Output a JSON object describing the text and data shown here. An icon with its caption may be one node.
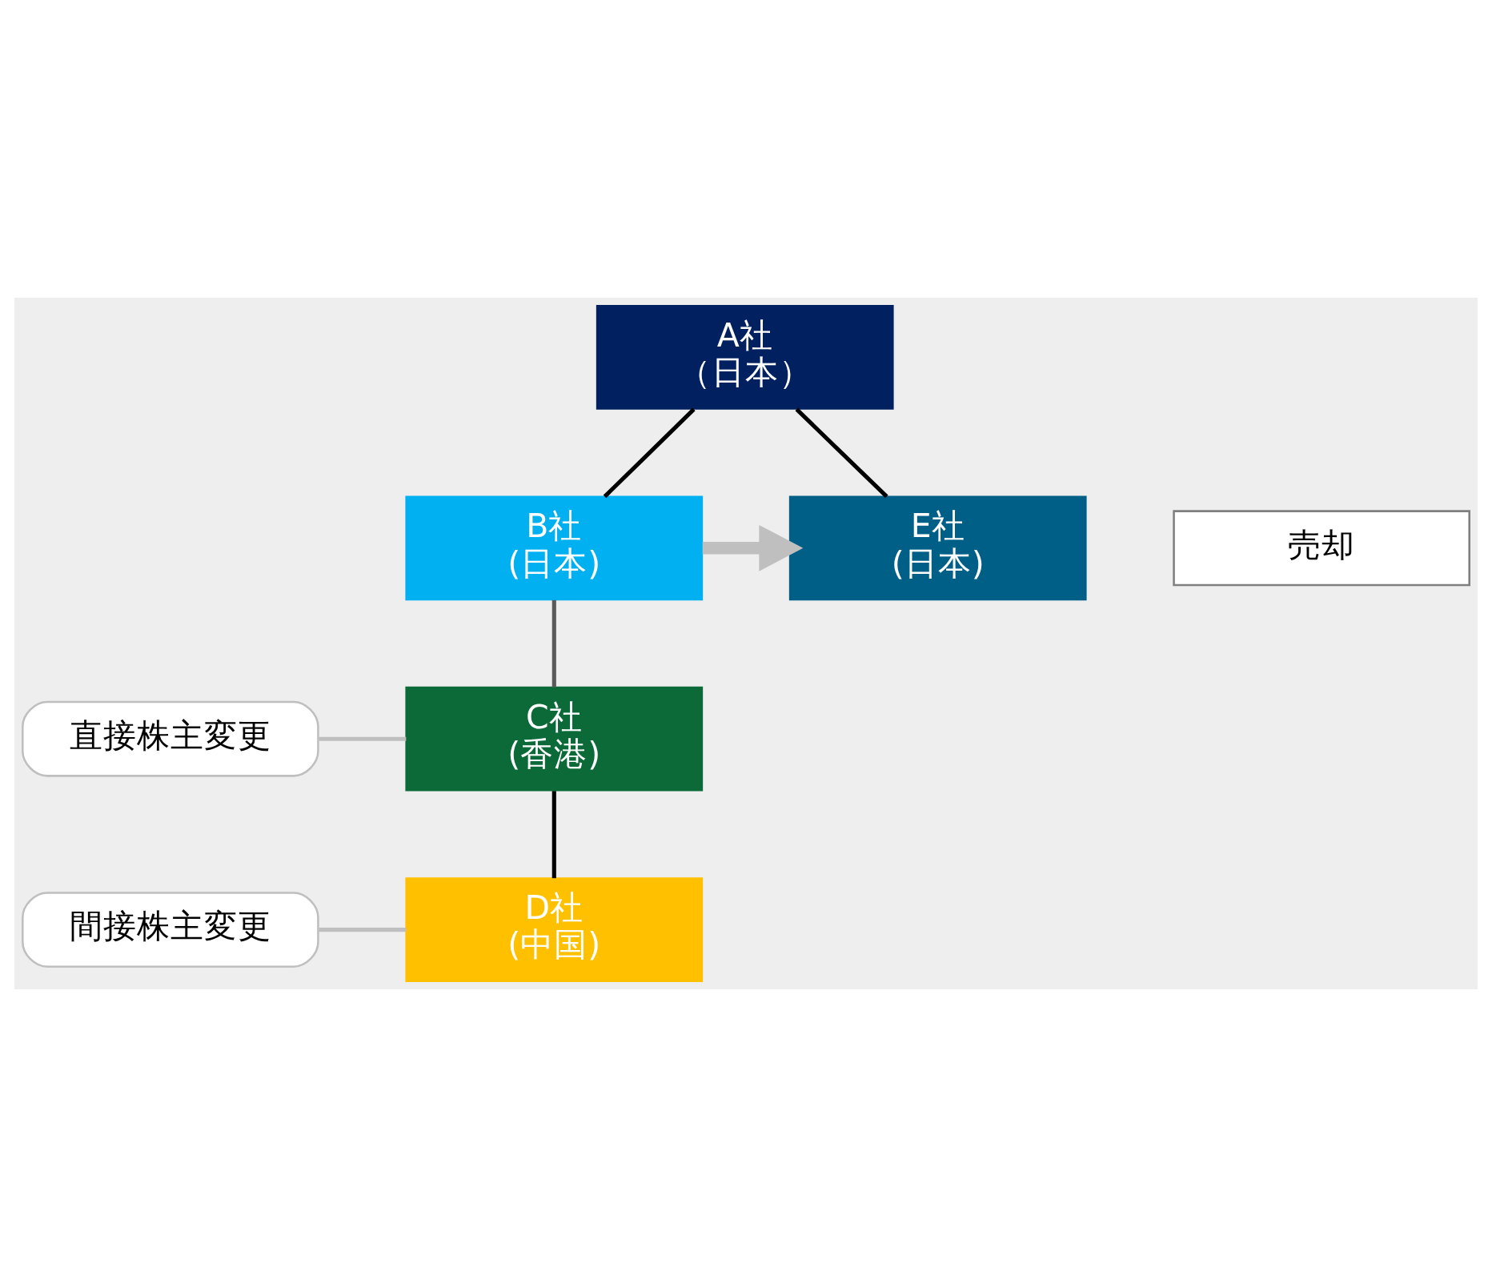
{
  "diagram": {
    "nodes": [
      {
        "text": [
          "A社",
          "（日本）"
        ]
      },
      {
        "text": [
          "B社",
          "(日本)"
        ]
      },
      {
        "text": [
          "売却"
        ]
      },
      {
        "text": [
          "E社",
          "(日本)"
        ]
      },
      {
        "text": [
          "C社",
          "(香港)"
        ]
      },
      {
        "text": [
          "D社",
          "(中国)"
        ]
      },
      {
        "text": [
          "直接株主変更"
        ]
      },
      {
        "text": [
          "間接株主変更"
        ]
      }
    ],
    "edges": [
      {
        "from": 0,
        "to": 1,
        "arrow": "none"
      },
      {
        "from": 0,
        "to": 3,
        "arrow": "none"
      },
      {
        "from": 1,
        "to": 3,
        "arrow": "to",
        "style": "thick",
        "color": "#bfbfbf"
      },
      {
        "from": 1,
        "to": 4,
        "arrow": "none",
        "color": "#595959"
      },
      {
        "from": 4,
        "to": 5,
        "arrow": "none"
      },
      {
        "from": 6,
        "to": 4,
        "arrow": "none",
        "color": "#bfbfbf"
      },
      {
        "from": 7,
        "to": 5,
        "arrow": "none",
        "color": "#bfbfbf"
      }
    ]
  }
}
